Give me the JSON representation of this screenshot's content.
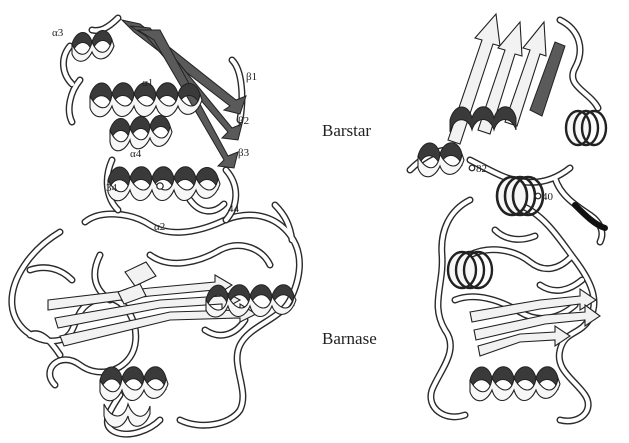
{
  "labels": {
    "barstar": "Barstar",
    "barnase": "Barnase",
    "alpha1": "α1",
    "alpha2": "α2",
    "alpha3": "α3",
    "alpha4": "α4",
    "beta1": "β1",
    "beta2": "β2",
    "beta3": "β3",
    "res34": "34",
    "res44": "44",
    "res82": "82",
    "res40": "40"
  },
  "colors": {
    "ribbon_outline": "#222222",
    "ribbon_light": "#f7f7f7",
    "ribbon_dark": "#3a3a3a",
    "background": "#ffffff"
  }
}
